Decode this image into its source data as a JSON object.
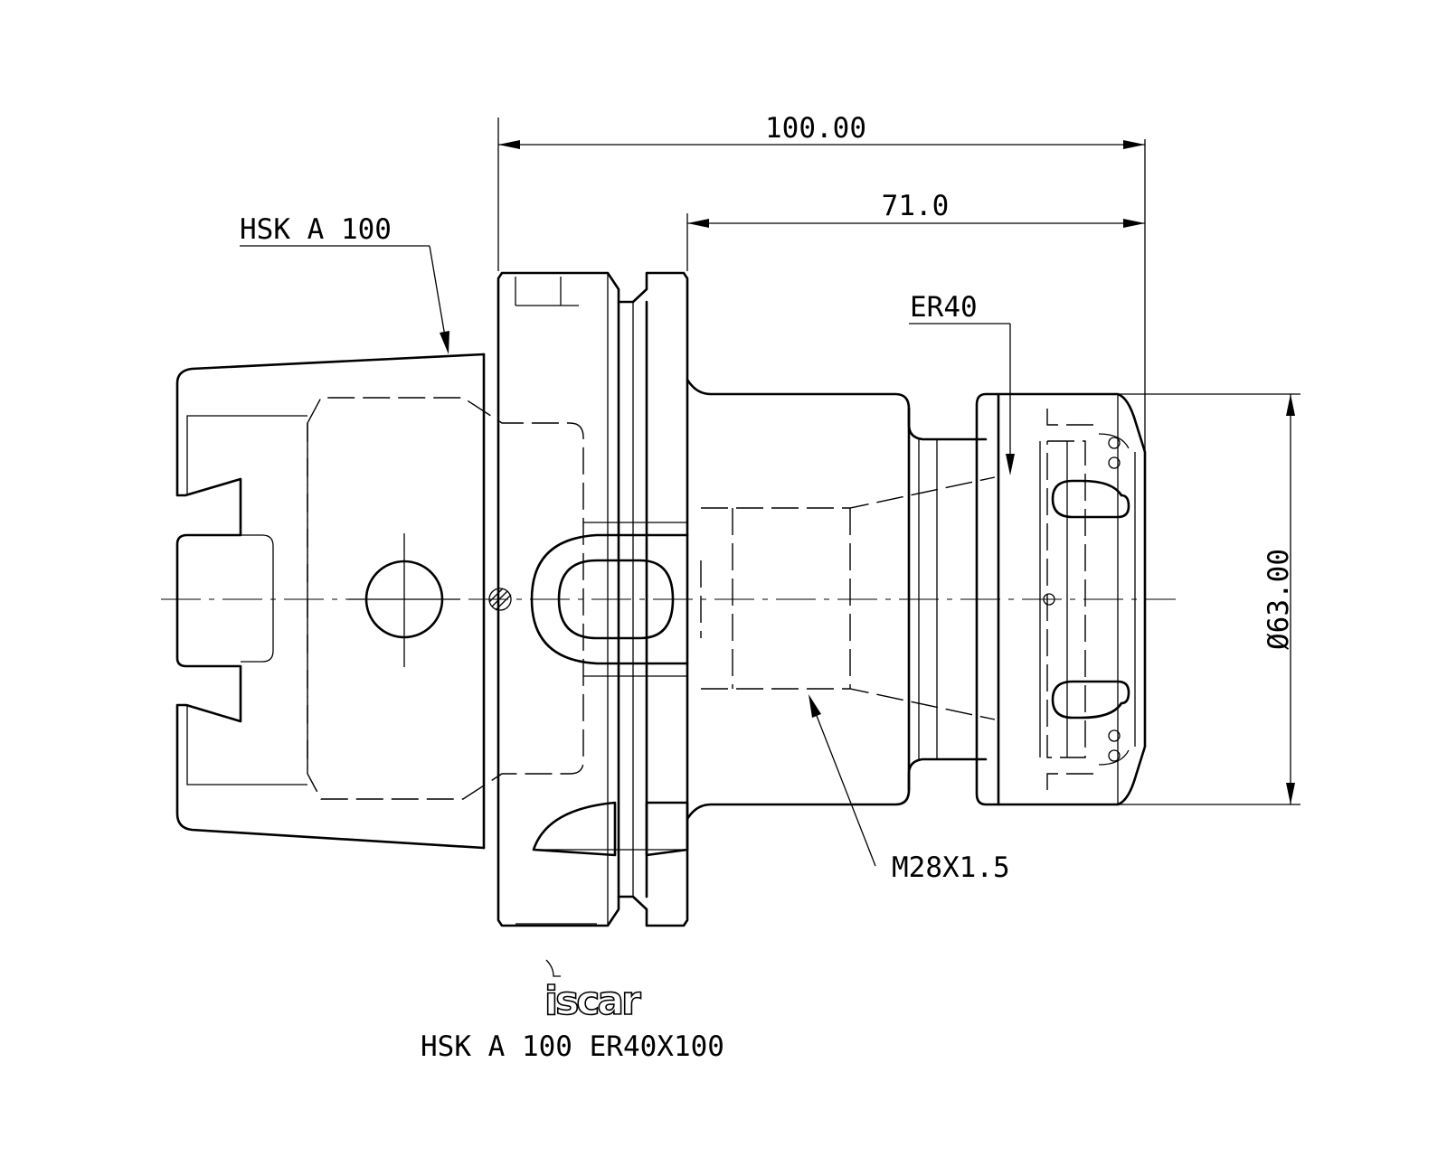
{
  "drawing": {
    "dimensions": {
      "overall_length": "100.00",
      "gauge_length": "71.0",
      "diameter": "Ø63.00"
    },
    "callouts": {
      "shank": "HSK A 100",
      "collet": "ER40",
      "thread": "M28X1.5"
    },
    "logo": "iscar",
    "part_name": "HSK A 100 ER40X100"
  }
}
